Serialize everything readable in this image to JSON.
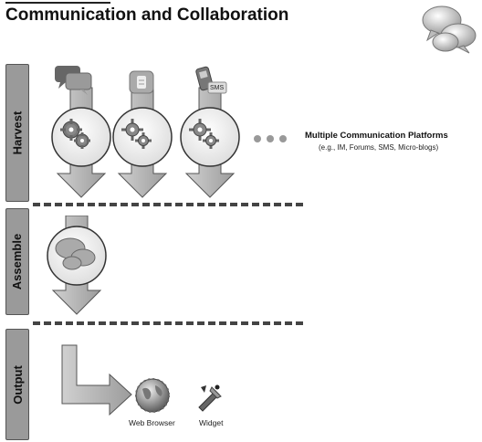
{
  "title": "Communication and Collaboration",
  "rows": {
    "harvest": "Harvest",
    "assemble": "Assemble",
    "output": "Output"
  },
  "platforms": {
    "title": "Multiple Communication Platforms",
    "subtitle": "(e.g., IM, Forums, SMS, Micro-blogs)"
  },
  "sms_badge": "SMS",
  "outputs": {
    "web_browser": "Web Browser",
    "widget": "Widget"
  },
  "colors": {
    "sidebar": "#9a9a9a",
    "arrow": "#bdbdbd",
    "dash": "#444444"
  }
}
